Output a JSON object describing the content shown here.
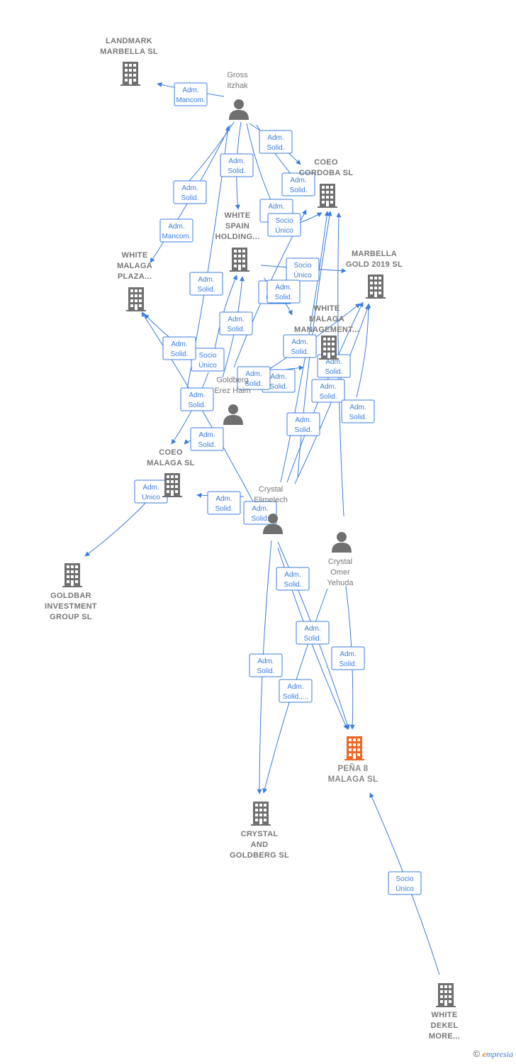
{
  "nodes": [
    {
      "id": "landmark",
      "type": "company",
      "label": [
        "LANDMARK",
        "MARBELLA  SL"
      ]
    },
    {
      "id": "gross",
      "type": "person",
      "label": [
        "Gross",
        "Itzhak"
      ]
    },
    {
      "id": "coeo_cordoba",
      "type": "company",
      "label": [
        "COEO",
        "CORDOBA  SL"
      ]
    },
    {
      "id": "white_spain",
      "type": "company",
      "label": [
        "WHITE",
        "SPAIN",
        "HOLDING..."
      ]
    },
    {
      "id": "marbella_gold",
      "type": "company",
      "label": [
        "MARBELLA",
        "GOLD 2019  SL"
      ]
    },
    {
      "id": "white_malaga_plaza",
      "type": "company",
      "label": [
        "WHITE",
        "MALAGA",
        "PLAZA..."
      ]
    },
    {
      "id": "white_malaga_mgmt",
      "type": "company",
      "label": [
        "WHITE",
        "MALAGA",
        "MANAGEMENT..."
      ]
    },
    {
      "id": "goldberg_erez",
      "type": "person",
      "label": [
        "Goldberg",
        "Erez Haim"
      ]
    },
    {
      "id": "coeo_malaga",
      "type": "company",
      "label": [
        "COEO",
        "MALAGA  SL"
      ]
    },
    {
      "id": "crystal_elimelech",
      "type": "person",
      "label": [
        "Crystal",
        "Elimelech"
      ]
    },
    {
      "id": "crystal_omer",
      "type": "person",
      "label": [
        "Crystal",
        "Omer",
        "Yehuda"
      ]
    },
    {
      "id": "goldbar",
      "type": "company",
      "label": [
        "GOLDBAR",
        "INVESTMENT",
        "GROUP  SL"
      ]
    },
    {
      "id": "pena8",
      "type": "focus",
      "label": [
        "PEÑA 8",
        "MALAGA  SL"
      ]
    },
    {
      "id": "crystal_goldberg",
      "type": "company",
      "label": [
        "CRYSTAL",
        "AND",
        "GOLDBERG  SL"
      ]
    },
    {
      "id": "white_dekel",
      "type": "company",
      "label": [
        "WHITE",
        "DEKEL",
        "MORE..."
      ]
    }
  ],
  "relations": [
    {
      "label": [
        "Adm.",
        "Mancom."
      ]
    },
    {
      "label": [
        "Adm.",
        "Solid."
      ]
    },
    {
      "label": [
        "Adm.",
        "Solid."
      ]
    },
    {
      "label": [
        "Adm.",
        "Solid."
      ]
    },
    {
      "label": [
        "Adm.",
        "Solid."
      ]
    },
    {
      "label": [
        "Adm.",
        "Mancom."
      ]
    },
    {
      "label": [
        "Adm.",
        "Solid."
      ]
    },
    {
      "label": [
        "Socio",
        "Único"
      ]
    },
    {
      "label": [
        "Socio",
        "Único"
      ]
    },
    {
      "label": [
        "Socio",
        "Único"
      ]
    },
    {
      "label": [
        "Adm.",
        "Solid."
      ]
    },
    {
      "label": [
        "Adm.",
        "Solid."
      ]
    },
    {
      "label": [
        "Adm.",
        "Solid."
      ]
    },
    {
      "label": [
        "Adm.",
        "Solid."
      ]
    },
    {
      "label": [
        "Adm.",
        "Solid."
      ]
    },
    {
      "label": [
        "Socio",
        "Único"
      ]
    },
    {
      "label": [
        "Adm.",
        "Solid."
      ]
    },
    {
      "label": [
        "Adm.",
        "Solid."
      ]
    },
    {
      "label": [
        "Adm.",
        "Solid."
      ]
    },
    {
      "label": [
        "Adm.",
        "Solid."
      ]
    },
    {
      "label": [
        "Adm.",
        "Solid."
      ]
    },
    {
      "label": [
        "Adm.",
        "Solid."
      ]
    },
    {
      "label": [
        "Adm.",
        "Solid."
      ]
    },
    {
      "label": [
        "Adm.",
        "Unico"
      ]
    },
    {
      "label": [
        "Adm.",
        "Solid."
      ]
    },
    {
      "label": [
        "Adm.",
        "Solid."
      ]
    },
    {
      "label": [
        "Adm.",
        "Solid."
      ]
    },
    {
      "label": [
        "Adm.",
        "Solid."
      ]
    },
    {
      "label": [
        "Adm.",
        "Solid."
      ]
    },
    {
      "label": [
        "Adm.",
        "Solid."
      ]
    },
    {
      "label": [
        "Adm.",
        "Solid.,..."
      ]
    },
    {
      "label": [
        "Socio",
        "Único"
      ]
    }
  ],
  "colors": {
    "edge": "#3b7ddd",
    "node": "#6f6f6f",
    "focus": "#f26522"
  },
  "footer": {
    "copyright": "©",
    "brand_initial": "e",
    "brand_rest": "mpresia"
  }
}
